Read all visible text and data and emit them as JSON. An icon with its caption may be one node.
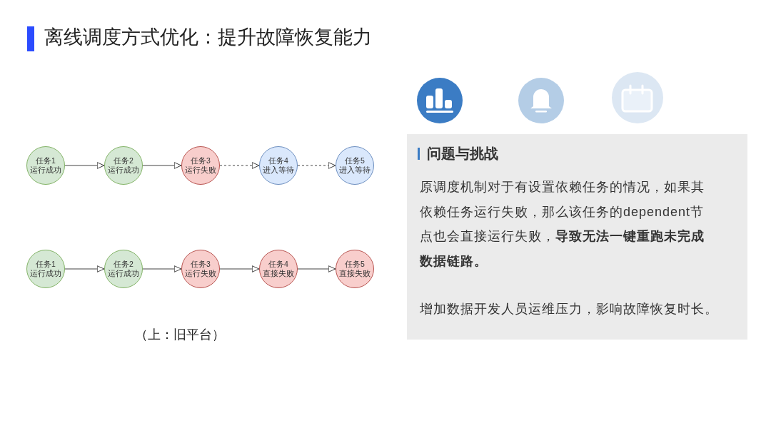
{
  "diagram": {
    "title": "离线调度方式优化：提升故障恢复能力",
    "caption": "（上：旧平台）",
    "nodes": [
      {
        "text": [
          "任务1",
          "运行成功"
        ]
      },
      {
        "text": [
          "任务2",
          "运行成功"
        ]
      },
      {
        "text": [
          "任务3",
          "运行失败"
        ]
      },
      {
        "text": [
          "任务4",
          "进入等待"
        ]
      },
      {
        "text": [
          "任务5",
          "进入等待"
        ]
      },
      {
        "text": [
          "任务1",
          "运行成功"
        ]
      },
      {
        "text": [
          "任务2",
          "运行成功"
        ]
      },
      {
        "text": [
          "任务3",
          "运行失败"
        ]
      },
      {
        "text": [
          "任务4",
          "直接失败"
        ]
      },
      {
        "text": [
          "任务5",
          "直接失败"
        ]
      },
      {
        "text": [
          "问题与挑战",
          "原调度机制对于有设置依赖任务的情况，如果其依赖任务运行失败，那么该任务的dependent节点也会直接运行失败，**导致无法一键重跑未完成数据链路。**",
          "增加数据开发人员运维压力，影响故障恢复时长。"
        ]
      }
    ],
    "edges": [
      {
        "from": 0,
        "to": 1,
        "arrow": "to"
      },
      {
        "from": 1,
        "to": 2,
        "arrow": "to"
      },
      {
        "from": 2,
        "to": 3,
        "arrow": "to",
        "style": "dashed"
      },
      {
        "from": 3,
        "to": 4,
        "arrow": "to",
        "style": "dashed"
      },
      {
        "from": 5,
        "to": 6,
        "arrow": "to"
      },
      {
        "from": 6,
        "to": 7,
        "arrow": "to"
      },
      {
        "from": 7,
        "to": 8,
        "arrow": "to"
      },
      {
        "from": 8,
        "to": 9,
        "arrow": "to"
      }
    ]
  }
}
